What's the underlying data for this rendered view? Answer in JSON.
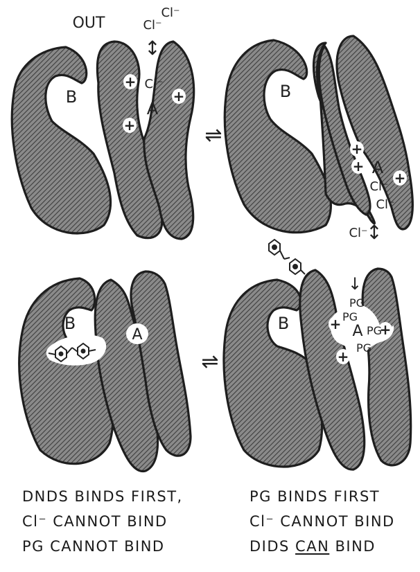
{
  "labels": {
    "out": "OUT",
    "cl": "Cl⁻",
    "site_a": "A",
    "site_b": "B",
    "plus": "+",
    "pg": "PG"
  },
  "captions": {
    "left": {
      "line1": "DNDS BINDS FIRST,",
      "line2": "Cl⁻ CANNOT BIND",
      "line3": "PG CANNOT BIND"
    },
    "right": {
      "line1": "PG BINDS FIRST",
      "line2": "Cl⁻ CANNOT BIND",
      "line3_pre": "DIDS ",
      "line3_emph": "CAN",
      "line3_post": " BIND"
    }
  },
  "symbols": {
    "equilibrium": "⇌",
    "arrow_updown": "↕",
    "arrow_down": "↓"
  }
}
